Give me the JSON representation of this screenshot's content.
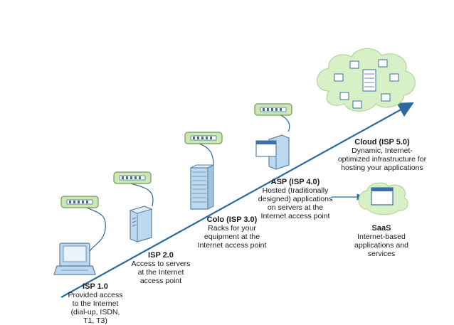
{
  "stages": [
    {
      "id": "isp1",
      "title": "ISP 1.0",
      "description": "Provided access\nto the Internet\n(dial-up, ISDN,\nT1, T3)"
    },
    {
      "id": "isp2",
      "title": "ISP 2.0",
      "description": "Access to servers\nat the Internet\naccess point"
    },
    {
      "id": "colo",
      "title": "Colo (ISP 3.0)",
      "description": "Racks for your\nequipment at the\nInternet access point"
    },
    {
      "id": "asp",
      "title": "ASP (ISP 4.0)",
      "description": "Hosted (traditionally\ndesigned) applications\non servers at the\nInternet access point"
    },
    {
      "id": "cloud",
      "title": "Cloud (ISP 5.0)",
      "description": "Dynamic, Internet-\noptimized infrastructure for\nhosting your applications"
    }
  ],
  "saas": {
    "title": "SaaS",
    "description": "Internet-based\napplications and\nservices"
  },
  "icons": [
    "network-switch-icon",
    "desktop-computer-icon",
    "tower-server-icon",
    "rack-server-icon",
    "application-window-icon",
    "cloud-icon"
  ],
  "colors": {
    "arrow": "#2c6a9b",
    "switch_fill": "#cde7b4",
    "switch_border": "#6f9a5a",
    "cloud_fill": "#d8f0c6",
    "device_blue": "#bcd9f0",
    "device_border": "#5b7fa0",
    "port": "#3a6fa8"
  }
}
